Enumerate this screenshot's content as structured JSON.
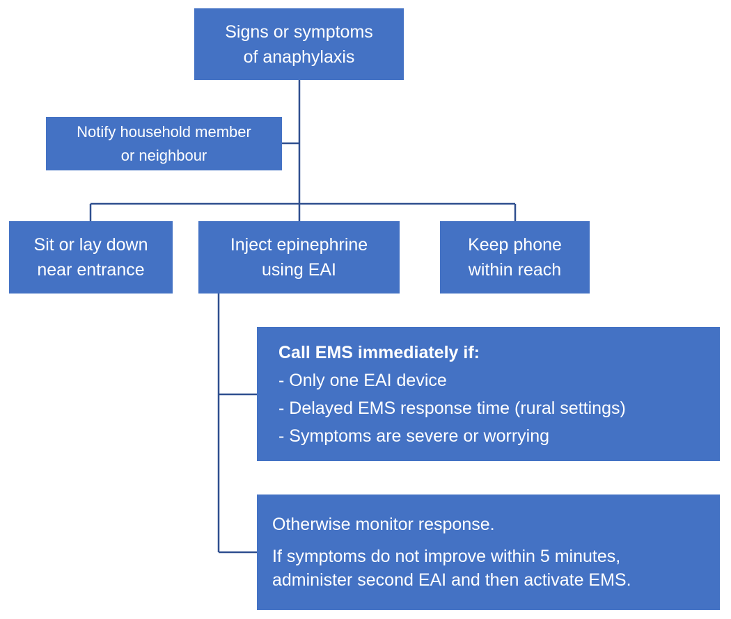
{
  "colors": {
    "box_fill": "#4472c4",
    "connector": "#2f4f8f",
    "text": "#ffffff"
  },
  "boxes": {
    "signs": {
      "lines": [
        "Signs or symptoms",
        "of anaphylaxis"
      ]
    },
    "notify": {
      "lines": [
        "Notify household member",
        "or neighbour"
      ]
    },
    "sit": {
      "lines": [
        "Sit or lay down",
        "near entrance"
      ]
    },
    "inject": {
      "lines": [
        "Inject epinephrine",
        "using EAI"
      ]
    },
    "phone": {
      "lines": [
        "Keep phone",
        "within reach"
      ]
    },
    "call": {
      "heading": "Call EMS immediately if:",
      "items": [
        "- Only one EAI device",
        "- Delayed EMS response time (rural settings)",
        "- Symptoms are severe or worrying"
      ]
    },
    "monitor": {
      "paragraphs": [
        [
          "Otherwise monitor response."
        ],
        [
          "If symptoms do not improve within 5 minutes,",
          "administer second EAI and then activate EMS."
        ]
      ]
    }
  }
}
